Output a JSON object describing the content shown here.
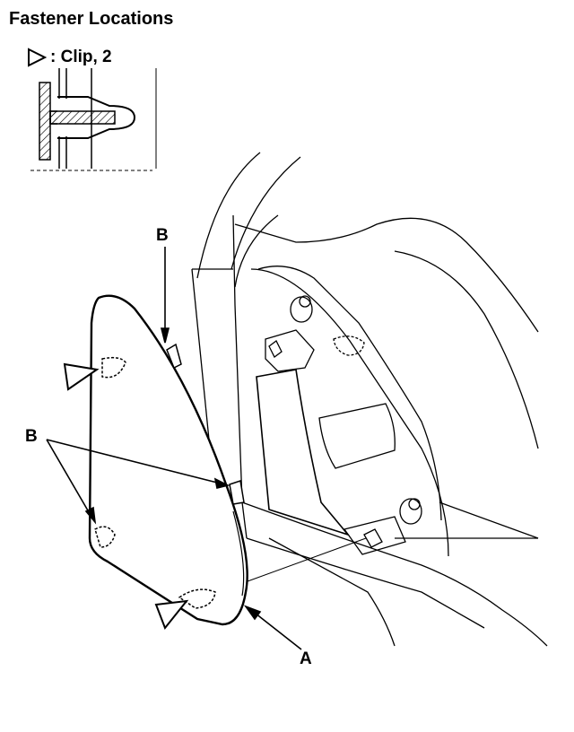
{
  "title": "Fastener Locations",
  "legend": {
    "symbol": "clip-triangle-icon",
    "text": ": Clip, 2"
  },
  "callouts": {
    "b_top": "B",
    "b_left": "B",
    "a": "A"
  }
}
